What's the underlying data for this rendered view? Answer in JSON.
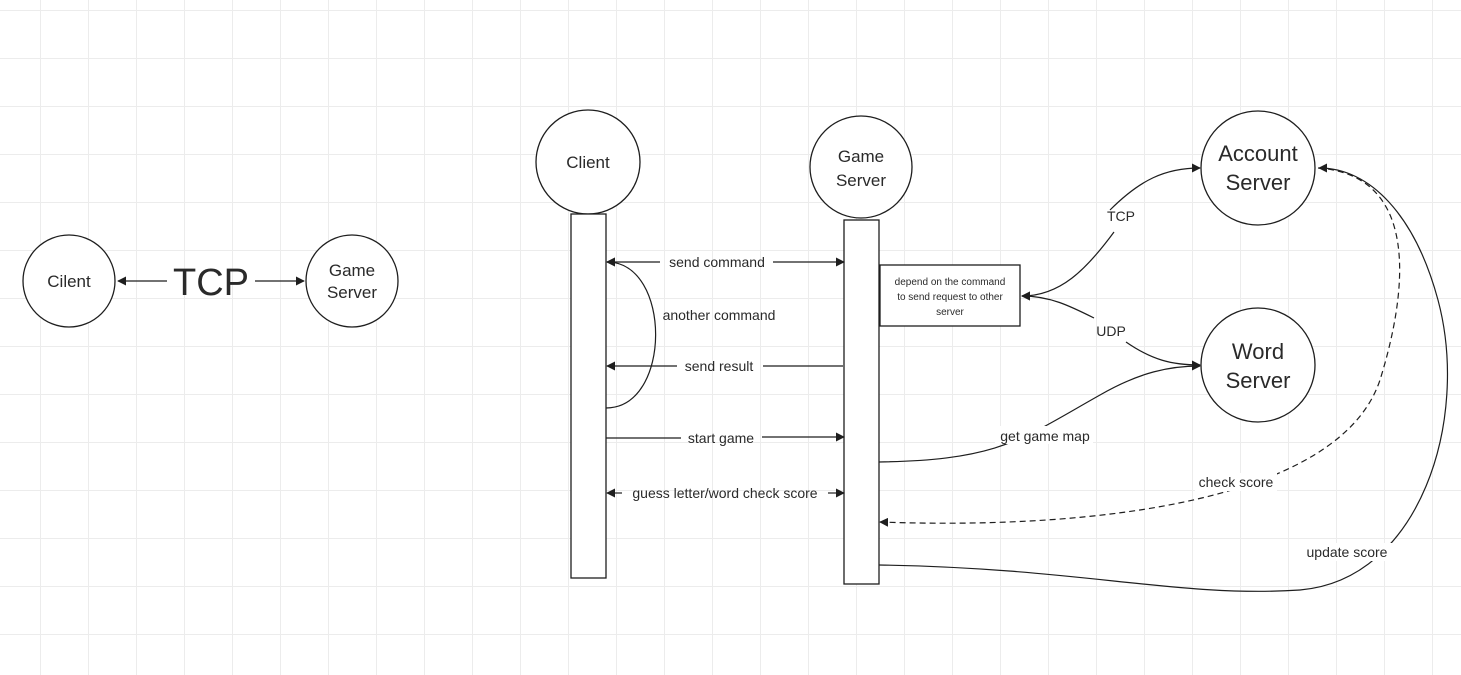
{
  "left_diagram": {
    "client_label": "Cilent",
    "server_label_line1": "Game",
    "server_label_line2": "Server",
    "protocol_label": "TCP"
  },
  "actors": {
    "client": "Client",
    "game_server_line1": "Game",
    "game_server_line2": "Server",
    "account_server_line1": "Account",
    "account_server_line2": "Server",
    "word_server_line1": "Word",
    "word_server_line2": "Server"
  },
  "note": {
    "line1": "depend on the command",
    "line2": "to send request to other",
    "line3": "server"
  },
  "messages": {
    "send_command": "send command",
    "another_command": "another command",
    "send_result": "send result",
    "start_game": "start game",
    "guess": "guess letter/word check score",
    "get_game_map": "get game map",
    "tcp": "TCP",
    "udp": "UDP",
    "check_score": "check score",
    "update_score": "update score"
  }
}
